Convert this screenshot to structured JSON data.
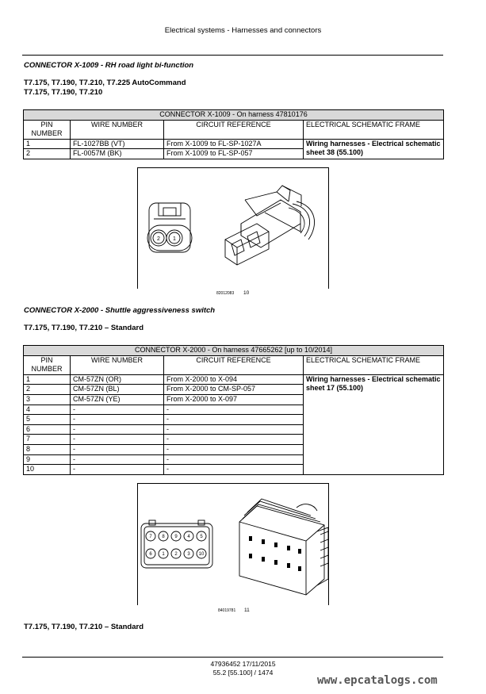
{
  "page": {
    "header_title": "Electrical systems - Harnesses and connectors"
  },
  "sections": [
    {
      "title": "CONNECTOR X-1009 - RH road light bi-function",
      "models_line1": "T7.175, T7.190, T7.210, T7.225 AutoCommand",
      "models_line2": "T7.175, T7.190, T7.210",
      "table": {
        "caption": "CONNECTOR X-1009 - On harness 47810176",
        "headers": [
          "PIN NUMBER",
          "WIRE NUMBER",
          "CIRCUIT REFERENCE",
          "ELECTRICAL SCHEMATIC FRAME"
        ],
        "rows": [
          {
            "pin": "1",
            "wire": "FL-1027BB (VT)",
            "circuit": "From X-1009 to FL-SP-1027A"
          },
          {
            "pin": "2",
            "wire": "FL-0057M (BK)",
            "circuit": "From X-1009 to FL-SP-057"
          }
        ],
        "frame": "Wiring harnesses - Electrical schematic sheet 38 (55.100)"
      },
      "figure": {
        "code": "82012083",
        "number": "10",
        "pin_labels": [
          "2",
          "1"
        ]
      }
    },
    {
      "title": "CONNECTOR X-2000 - Shuttle aggressiveness switch",
      "models_line1": "T7.175, T7.190, T7.210 – Standard",
      "table": {
        "caption": "CONNECTOR X-2000 - On harness 47665262 [up to 10/2014]",
        "headers": [
          "PIN NUMBER",
          "WIRE NUMBER",
          "CIRCUIT REFERENCE",
          "ELECTRICAL SCHEMATIC FRAME"
        ],
        "rows": [
          {
            "pin": "1",
            "wire": "CM-57ZN (OR)",
            "circuit": "From X-2000 to X-094"
          },
          {
            "pin": "2",
            "wire": "CM-57ZN (BL)",
            "circuit": "From X-2000 to CM-SP-057"
          },
          {
            "pin": "3",
            "wire": "CM-57ZN (YE)",
            "circuit": "From X-2000 to X-097"
          },
          {
            "pin": "4",
            "wire": "-",
            "circuit": "-"
          },
          {
            "pin": "5",
            "wire": "-",
            "circuit": "-"
          },
          {
            "pin": "6",
            "wire": "-",
            "circuit": "-"
          },
          {
            "pin": "7",
            "wire": "-",
            "circuit": "-"
          },
          {
            "pin": "8",
            "wire": "-",
            "circuit": "-"
          },
          {
            "pin": "9",
            "wire": "-",
            "circuit": "-"
          },
          {
            "pin": "10",
            "wire": "-",
            "circuit": "-"
          }
        ],
        "frame": "Wiring harnesses - Electrical schematic sheet 17 (55.100)"
      },
      "figure": {
        "code": "84019781",
        "number": "11",
        "pin_labels_top": [
          "7",
          "8",
          "9",
          "4",
          "5"
        ],
        "pin_labels_bottom": [
          "6",
          "1",
          "2",
          "3",
          "10"
        ]
      }
    }
  ],
  "trailing_models": "T7.175, T7.190, T7.210 – Standard",
  "footer": {
    "doc_ref": "47936452 17/11/2015",
    "page_ref": "55.2 [55.100] / 1474"
  },
  "watermark": "www.epcatalogs.com"
}
